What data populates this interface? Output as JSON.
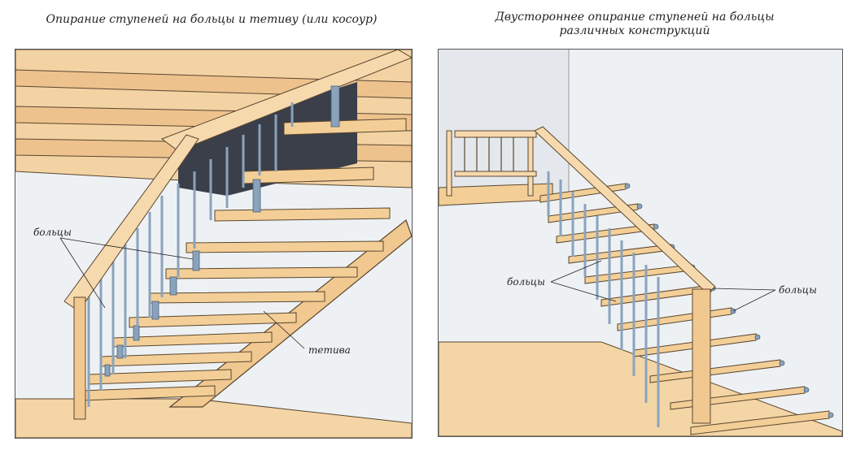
{
  "left_panel": {
    "title": "Опирание ступеней на больцы и тетиву (или косоур)",
    "baluster_label": "больцы",
    "stringer_label": "тетива"
  },
  "right_panel": {
    "title_line1": "Двустороннее опирание ступеней на больцы",
    "title_line2": "различных конструкций",
    "baluster_label_left": "больцы",
    "baluster_label_right": "больцы"
  },
  "colors": {
    "wood_light": "#f6d9ad",
    "wood_mid": "#e9b97e",
    "wood_dark": "#c99258",
    "wall": "#eef1f3",
    "steel": "#8aa3bd",
    "outline": "#5a4630"
  }
}
